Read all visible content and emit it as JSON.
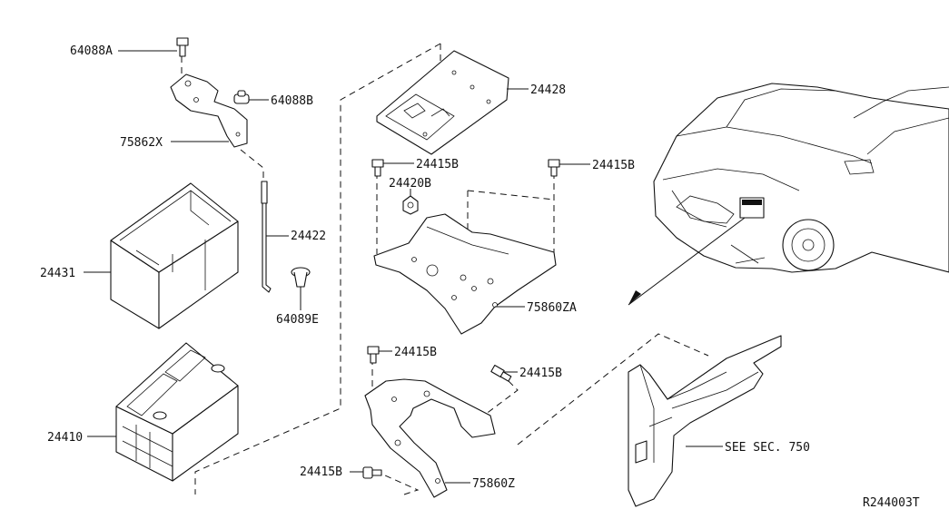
{
  "labels": {
    "bolt_64088A": "64088A",
    "clip_64088B": "64088B",
    "bracket_75862X": "75862X",
    "rod_24422": "24422",
    "battery_case_24431": "24431",
    "clip_64089E": "64089E",
    "battery_24410": "24410",
    "cover_24428": "24428",
    "bolt_24415B_1": "24415B",
    "bolt_24415B_2": "24415B",
    "nut_24420B": "24420B",
    "tray_75860ZA": "75860ZA",
    "bolt_24415B_3": "24415B",
    "bolt_24415B_4": "24415B",
    "bolt_24415B_5": "24415B",
    "bracket_75860Z": "75860Z",
    "see_sec": "SEE SEC. 750",
    "diagram_code": "R244003T"
  }
}
